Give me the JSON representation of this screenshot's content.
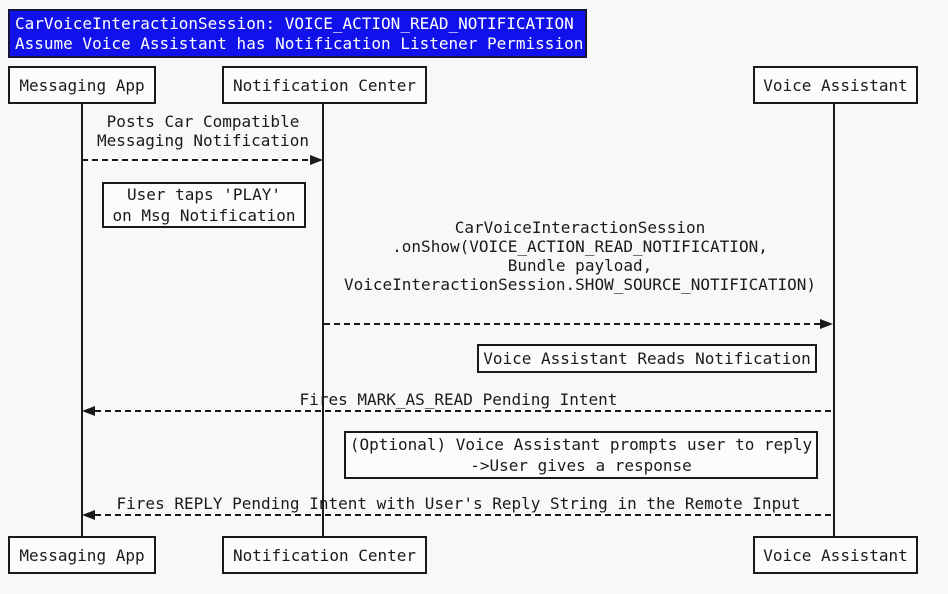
{
  "colors": {
    "title_bg": "#1111ec",
    "title_text": "#ffffff",
    "line": "#1a1a1a",
    "box_bg": "#fcfcfc",
    "page_bg": "#f8f8f8"
  },
  "title": {
    "line1": "CarVoiceInteractionSession: VOICE_ACTION_READ_NOTIFICATION",
    "line2": "Assume Voice Assistant has Notification Listener Permission"
  },
  "participants": [
    {
      "label": "Messaging App"
    },
    {
      "label": "Notification Center"
    },
    {
      "label": "Voice Assistant"
    }
  ],
  "messages": [
    {
      "from": "Messaging App",
      "to": "Notification Center",
      "direction": "right",
      "lines": [
        "Posts Car Compatible",
        "Messaging Notification"
      ]
    },
    {
      "from": "Notification Center",
      "to": "Voice Assistant",
      "direction": "right",
      "lines": [
        "CarVoiceInteractionSession",
        ".onShow(VOICE_ACTION_READ_NOTIFICATION,",
        "Bundle payload,",
        "VoiceInteractionSession.SHOW_SOURCE_NOTIFICATION)"
      ]
    },
    {
      "from": "Voice Assistant",
      "to": "Messaging App",
      "direction": "left",
      "lines": [
        "Fires MARK_AS_READ Pending Intent"
      ]
    },
    {
      "from": "Voice Assistant",
      "to": "Messaging App",
      "direction": "left",
      "lines": [
        "Fires REPLY Pending Intent with User's Reply String in the Remote Input"
      ]
    }
  ],
  "notes": [
    {
      "lines": [
        "User taps 'PLAY'",
        "on Msg Notification"
      ]
    },
    {
      "lines": [
        "Voice Assistant Reads Notification"
      ]
    },
    {
      "lines": [
        "(Optional) Voice Assistant prompts user to reply",
        "->User gives a response"
      ]
    }
  ]
}
